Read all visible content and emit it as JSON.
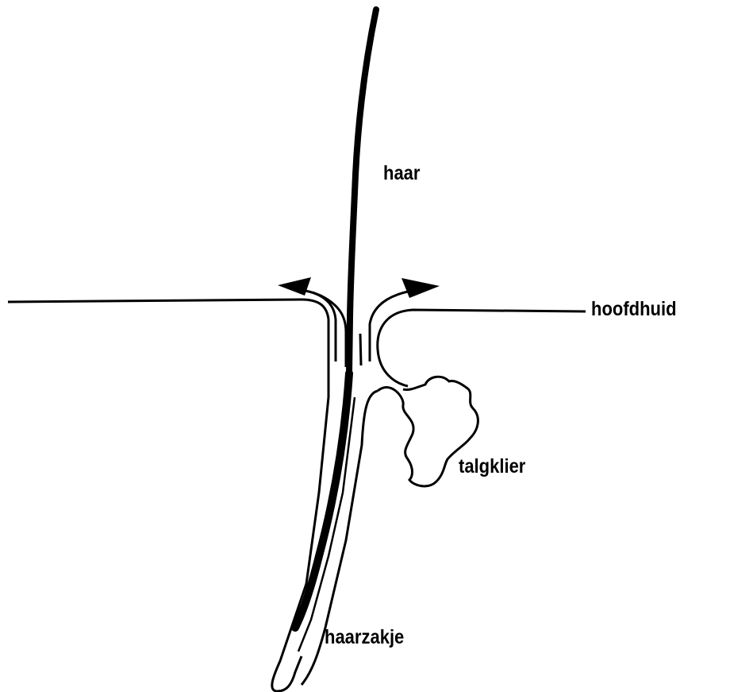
{
  "labels": {
    "hair": "haar",
    "scalp": "hoofdhuid",
    "sebaceous_gland": "talgklier",
    "hair_follicle": "haarzakje"
  },
  "colors": {
    "ink": "#000000",
    "background": "#ffffff"
  }
}
